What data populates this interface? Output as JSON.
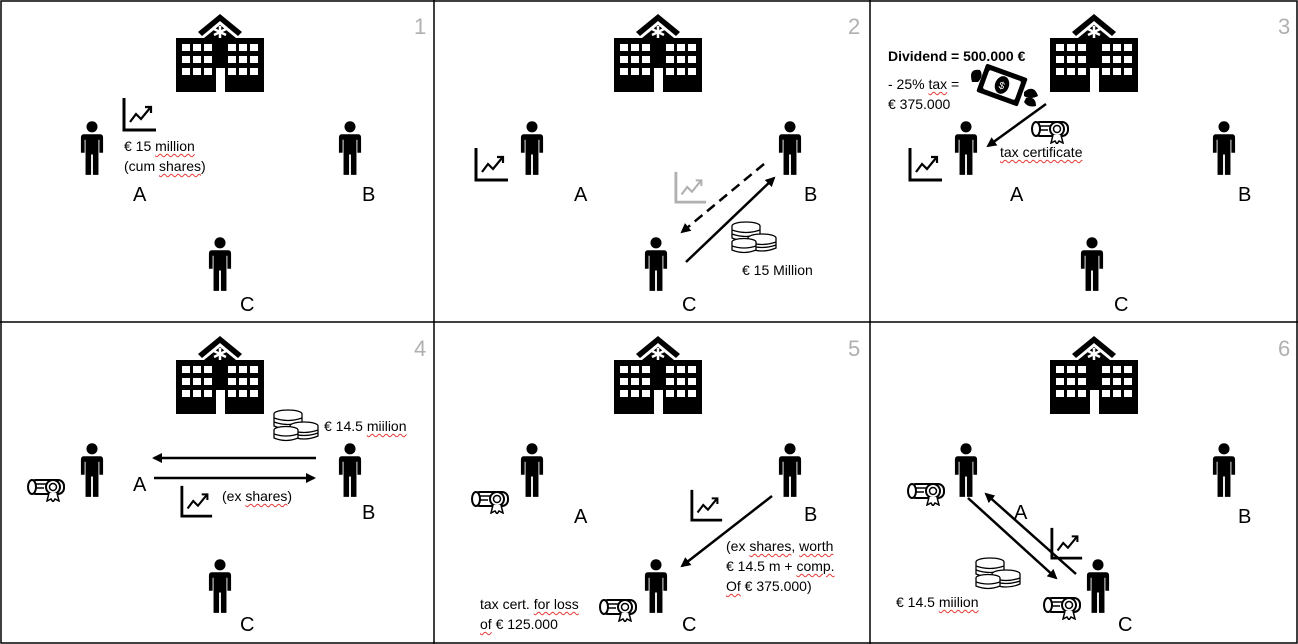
{
  "panels": [
    {
      "number": "1",
      "labels": {
        "a": "A",
        "b": "B",
        "c": "C"
      },
      "texts": {
        "line1_pre": "€ 15 ",
        "line1_sq": "million",
        "line2_pre": "(cum ",
        "line2_sq": "shares",
        "line2_post": ")"
      }
    },
    {
      "number": "2",
      "labels": {
        "a": "A",
        "b": "B",
        "c": "C"
      },
      "texts": {
        "amount": "€ 15 Million"
      }
    },
    {
      "number": "3",
      "labels": {
        "a": "A",
        "b": "B",
        "c": "C"
      },
      "texts": {
        "dividend": "Dividend = 500.000 €",
        "tax_pre": "- 25% ",
        "tax_sq": "tax",
        "tax_post": " =",
        "net": "€ 375.000",
        "cert": "tax certificate"
      }
    },
    {
      "number": "4",
      "labels": {
        "a": "A",
        "b": "B",
        "c": "C"
      },
      "texts": {
        "amount_pre": "€ 14.5 ",
        "amount_sq": "miilion",
        "ex_pre": "(ex ",
        "ex_sq": "shares",
        "ex_post": ")"
      }
    },
    {
      "number": "5",
      "labels": {
        "a": "A",
        "b": "B",
        "c": "C"
      },
      "texts": {
        "ex_line1_pre": "(ex ",
        "ex_line1_sq": "shares",
        "ex_line1_mid": ", ",
        "ex_line1_sq2": "worth",
        "ex_line2_pre": "€ 14.5 m + ",
        "ex_line2_sq": "comp.",
        "ex_line3_sq": "Of",
        "ex_line3_post": " € 375.000)",
        "cert_line1_pre": "tax cert. ",
        "cert_line1_sq": "for loss",
        "cert_line2_sq": "of",
        "cert_line2_post": " € 125.000"
      }
    },
    {
      "number": "6",
      "labels": {
        "a": "A",
        "b": "B",
        "c": "C"
      },
      "texts": {
        "amount_pre": "€ 14.5 ",
        "amount_sq": "miilion"
      }
    }
  ]
}
